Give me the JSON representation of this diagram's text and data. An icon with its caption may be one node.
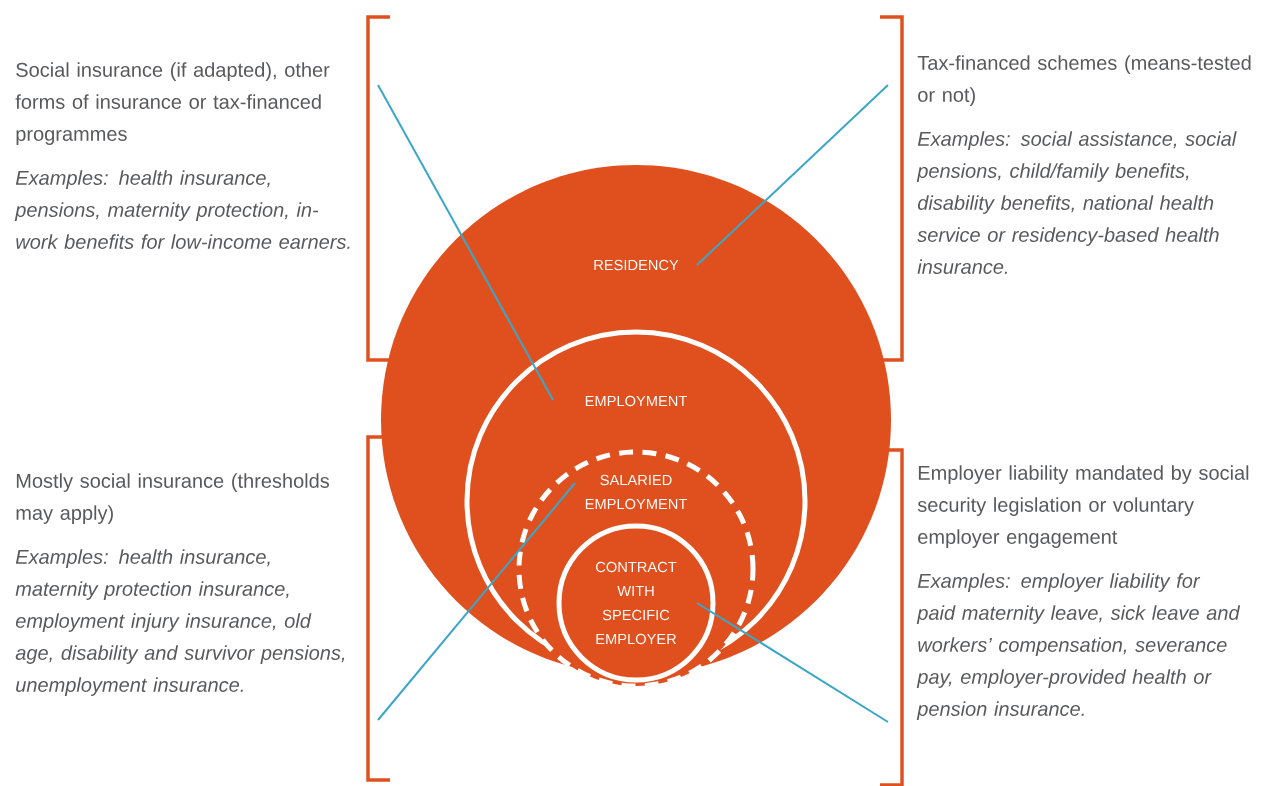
{
  "diagram": {
    "nodes": [
      {
        "text": [
          "Social insurance (if adapted), other forms of insurance or tax-financed programmes",
          "Examples: health insurance, pensions, maternity protection, in-work benefits for low-income earners."
        ]
      },
      {
        "text": [
          "Tax-financed schemes (means-tested or not)",
          "Examples: social assistance, social pensions, child/family benefits, disability benefits, national health service or residency-based health insurance."
        ]
      },
      {
        "text": [
          "RESIDENCY"
        ]
      },
      {
        "text": [
          "EMPLOYMENT"
        ],
        "in": 2
      },
      {
        "text": [
          "SALARIED EMPLOYMENT"
        ],
        "in": 3
      },
      {
        "text": [
          "CONTRACT WITH SPECIFIC EMPLOYER"
        ],
        "in": 4
      },
      {
        "text": [
          "Mostly social insurance (thresholds may apply)",
          "Examples: health insurance, maternity protection insurance, employment injury insurance, old age, disability and survivor pensions, unemployment insurance."
        ]
      },
      {
        "text": [
          "Employer liability mandated by social security legislation or voluntary employer engagement",
          "Examples: employer liability for paid maternity leave, sick leave and workers’ compensation, severance pay, employer-provided health or pension insurance."
        ]
      }
    ],
    "edges": [
      {
        "from": 0,
        "to": 3,
        "arrow": "none"
      },
      {
        "from": 1,
        "to": 2,
        "arrow": "none"
      },
      {
        "from": 6,
        "to": 4,
        "arrow": "none"
      },
      {
        "from": 7,
        "to": 5,
        "arrow": "none"
      }
    ]
  }
}
